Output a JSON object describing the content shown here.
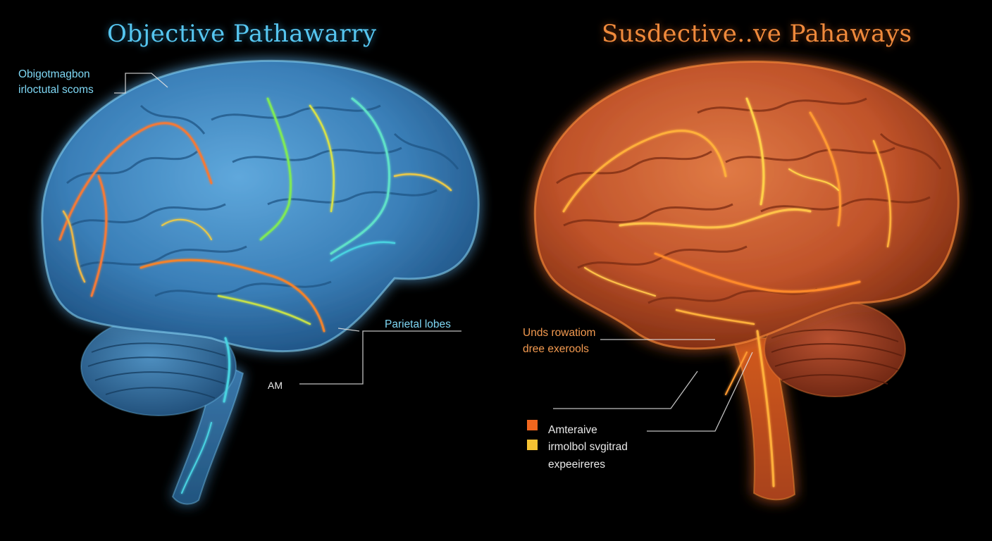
{
  "left_panel": {
    "title": "Objective Pathawarry",
    "color": "#56c6f0",
    "labels": {
      "top_line1": "Obigotmagbon",
      "top_line2": "irloctutal scoms",
      "parietal": "Parietal lobes",
      "am": "AM"
    }
  },
  "right_panel": {
    "title": "Susdective..ve Pahaways",
    "color": "#f08a3c",
    "labels": {
      "mid_line1": "Unds rowatiom",
      "mid_line2": "dree exerools"
    },
    "legend": [
      {
        "color": "#f0661e",
        "label": "Amteraive"
      },
      {
        "color": "#f5c233",
        "label": "irmolbol svgitrad"
      },
      {
        "color": "",
        "label": "expeeireres"
      }
    ]
  }
}
